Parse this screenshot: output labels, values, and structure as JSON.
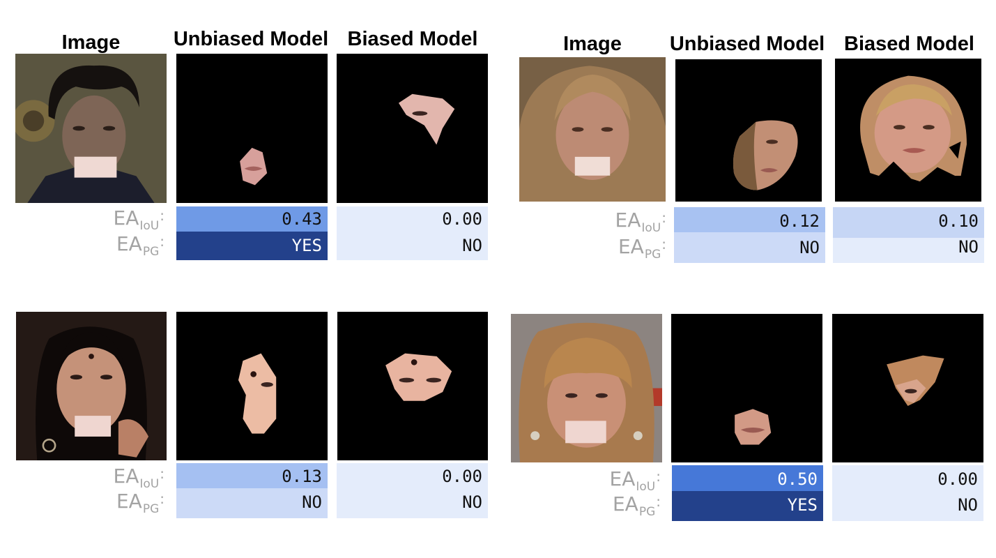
{
  "headers": {
    "image": "Image",
    "unbiased": "Unbiased Model",
    "biased": "Biased Model"
  },
  "metric_labels": {
    "ea": "EA",
    "iou_sub": "IoU",
    "pg_sub": "PG",
    "colon": ":"
  },
  "examples": [
    {
      "subject": "dark-haired young man with mouth covered by a pale patch",
      "unbiased": {
        "iou": "0.43",
        "pg": "YES",
        "iou_color": "#6f9ae6",
        "pg_color": "#23418b"
      },
      "biased": {
        "iou": "0.00",
        "pg": "NO",
        "iou_color": "#e4ecfb",
        "pg_color": "#e4ecfb"
      }
    },
    {
      "subject": "blonde woman with mouth covered by a pale patch",
      "unbiased": {
        "iou": "0.12",
        "pg": "NO",
        "iou_color": "#a8c2f2",
        "pg_color": "#ccdaf7"
      },
      "biased": {
        "iou": "0.10",
        "pg": "NO",
        "iou_color": "#c6d6f5",
        "pg_color": "#e4ecfb"
      }
    },
    {
      "subject": "dark-haired woman with bindi, mouth covered by a pale patch",
      "unbiased": {
        "iou": "0.13",
        "pg": "NO",
        "iou_color": "#a5c0f2",
        "pg_color": "#ccdaf7"
      },
      "biased": {
        "iou": "0.00",
        "pg": "NO",
        "iou_color": "#e4ecfb",
        "pg_color": "#e4ecfb"
      }
    },
    {
      "subject": "woman with auburn bangs, mouth covered by a pale patch",
      "unbiased": {
        "iou": "0.50",
        "pg": "YES",
        "iou_color": "#4678d8",
        "pg_color": "#23418b"
      },
      "biased": {
        "iou": "0.00",
        "pg": "NO",
        "iou_color": "#e4ecfb",
        "pg_color": "#e4ecfb"
      }
    }
  ]
}
